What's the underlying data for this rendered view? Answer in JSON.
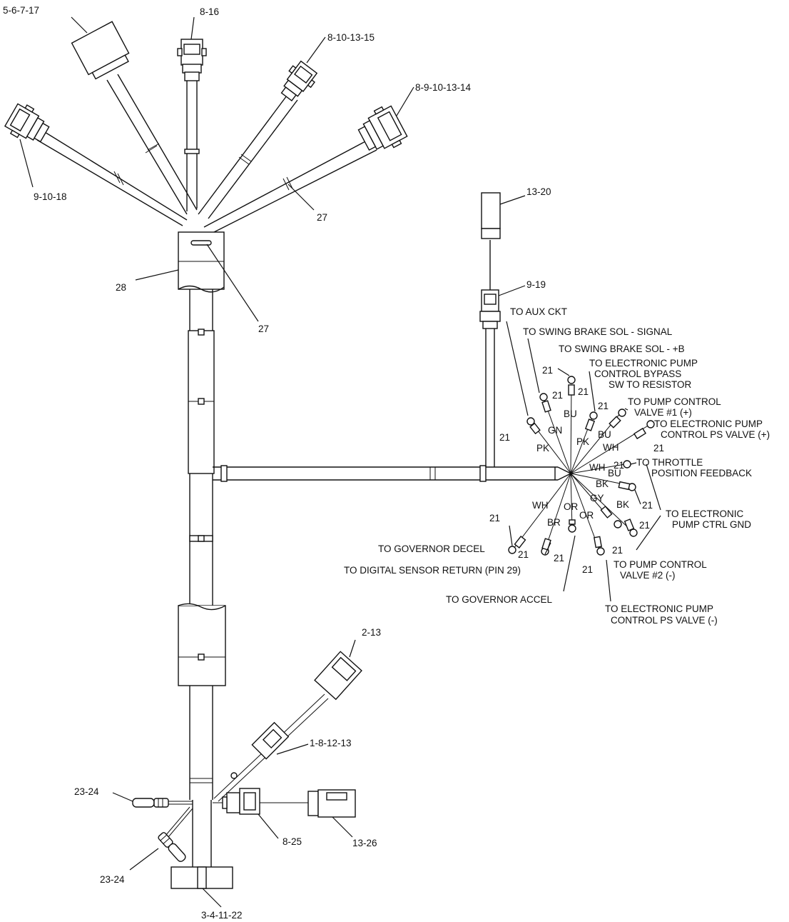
{
  "connectors": {
    "c_5_6_7_17": "5-6-7-17",
    "c_8_16": "8-16",
    "c_8_10_13_15": "8-10-13-15",
    "c_8_9_10_13_14": "8-9-10-13-14",
    "c_9_10_18": "9-10-18",
    "c_13_20": "13-20",
    "c_9_19": "9-19",
    "c_2_13": "2-13",
    "c_1_8_12_13": "1-8-12-13",
    "c_8_25": "8-25",
    "c_13_26": "13-26",
    "c_3_4_11_22": "3-4-11-22",
    "c_23_24_top": "23-24",
    "c_23_24_bottom": "23-24"
  },
  "callouts": {
    "clip_27_top": "27",
    "clip_27_mid": "27",
    "boot_28": "28",
    "terminal": "21"
  },
  "destinations": {
    "aux_ckt": "TO AUX CKT",
    "swing_signal": "TO SWING BRAKE SOL - SIGNAL",
    "swing_b": "TO SWING BRAKE SOL - +B",
    "bypass_1": "TO ELECTRONIC PUMP",
    "bypass_2": "CONTROL BYPASS",
    "bypass_3": "SW TO RESISTOR",
    "pump_valve1_1": "TO PUMP CONTROL",
    "pump_valve1_2": "VALVE #1 (+)",
    "ps_plus_1": "TO ELECTRONIC PUMP",
    "ps_plus_2": "CONTROL PS VALVE (+)",
    "throttle_1": "TO THROTTLE",
    "throttle_2": "POSITION FEEDBACK",
    "gnd_1": "TO ELECTRONIC",
    "gnd_2": "PUMP CTRL GND",
    "pump_valve2_1": "TO PUMP CONTROL",
    "pump_valve2_2": "VALVE #2 (-)",
    "ps_minus_1": "TO ELECTRONIC PUMP",
    "ps_minus_2": "CONTROL PS VALVE (-)",
    "gov_decel": "TO GOVERNOR DECEL",
    "digital_return": "TO DIGITAL SENSOR RETURN (PIN 29)",
    "gov_accel": "TO GOVERNOR ACCEL"
  },
  "wire_colors": {
    "pk1": "PK",
    "gn": "GN",
    "bu1": "BU",
    "pk2": "PK",
    "bu2": "BU",
    "wh1": "WH",
    "wh2": "WH",
    "bu3": "BU",
    "bk1": "BK",
    "bk2": "BK",
    "gy": "GY",
    "wh3": "WH",
    "or1": "OR",
    "br": "BR",
    "or2": "OR"
  }
}
